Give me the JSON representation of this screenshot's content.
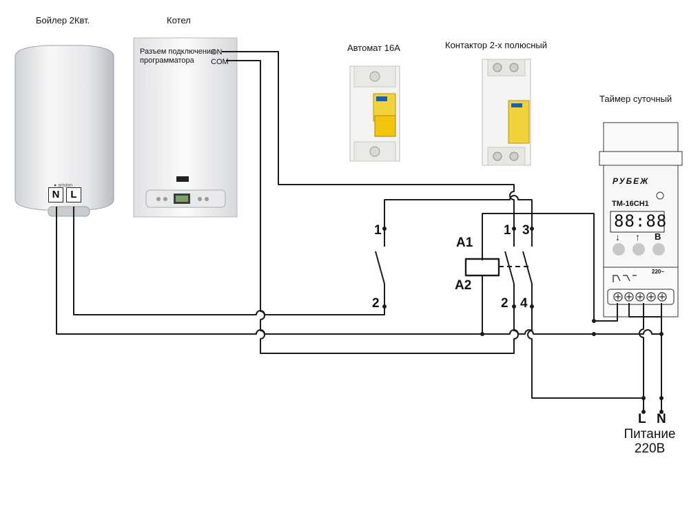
{
  "labels": {
    "boiler": "Бойлер 2Квт.",
    "kotel": "Котел",
    "connector_line1": "Разъем подключения",
    "connector_line2": "программатора",
    "on": "ON",
    "com": "COM",
    "breaker": "Автомат 16А",
    "contactor": "Контактор 2-х полюсный",
    "timer": "Таймер суточный",
    "timer_brand": "РУБЕЖ",
    "timer_model": "ТМ-16СН1",
    "timer_display": "88:88",
    "timer_btn_b": "В",
    "timer_voltage": "220~",
    "n_tag": "N",
    "l_tag": "L",
    "brk_1": "1",
    "brk_2": "2",
    "a1": "A1",
    "a2": "A2",
    "ct_1": "1",
    "ct_2": "2",
    "ct_3": "3",
    "ct_4": "4",
    "supply_l": "L",
    "supply_n": "N",
    "supply_label": "Питание",
    "supply_voltage": "220В"
  },
  "colors": {
    "wire": "#1a1a1a",
    "device_body": "#f4f4f4",
    "breaker_handle": "#f2c40c"
  }
}
